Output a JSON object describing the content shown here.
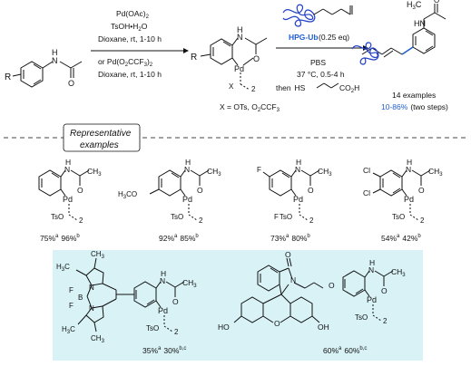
{
  "reaction": {
    "conditions_1_line1": "Pd(OAc)",
    "conditions_1_sub": "2",
    "conditions_1_line2": "TsOH•H",
    "conditions_1_line2_sub": "2",
    "conditions_1_line2_tail": "O",
    "conditions_1_line3": "Dioxane, rt, 1-10 h",
    "conditions_2_line1": "or Pd(O",
    "conditions_2_line1_tail": "CCF",
    "conditions_2_line1_end": ")",
    "conditions_2_line2": "Dioxane, rt, 1-10 h",
    "x_def": "X = OTs, O",
    "x_def_tail": "CCF",
    "reagent": "HPG-Ub",
    "reagent_eq": "(0.25 eq)",
    "cond3_line1": "PBS",
    "cond3_line2": "37 °C, 0.5-4 h",
    "cond3_line3": "then",
    "cond3_line3_b": "HS",
    "cond3_line3_c": "CO",
    "cond3_line3_d": "H",
    "examples": "14 examples",
    "yield": "10-86%",
    "yield_tail": "(two steps)"
  },
  "labels": {
    "nh": "N",
    "h": "H",
    "o": "O",
    "ch3": "CH",
    "pd": "Pd",
    "x": "X",
    "two": "2",
    "tso": "TsO",
    "r": "R",
    "h3co": "H",
    "h3c": "H",
    "f": "F",
    "cl": "Cl",
    "b": "B",
    "ho": "HO",
    "oh": "OH",
    "nn": "N",
    "ac_h3c": "H",
    "ac_c": "C"
  },
  "section": {
    "title_line1": "Representative",
    "title_line2": "examples"
  },
  "yields": [
    {
      "a": "75%",
      "b": "96%",
      "a_sup": "a",
      "b_sup": "b"
    },
    {
      "a": "92%",
      "b": "85%",
      "a_sup": "a",
      "b_sup": "b"
    },
    {
      "a": "73%",
      "b": "80%",
      "a_sup": "a",
      "b_sup": "b"
    },
    {
      "a": "54%",
      "b": "42%",
      "a_sup": "a",
      "b_sup": "b"
    },
    {
      "a": "35%",
      "b": "30%",
      "a_sup": "a",
      "b_sup": "b,c"
    },
    {
      "a": "60%",
      "b": "60%",
      "a_sup": "a",
      "b_sup": "b,c"
    }
  ],
  "colors": {
    "highlight_box": "#d8f2f6",
    "blue_text": "#1f5fd0",
    "polymer_blue": "#2340c8"
  },
  "icons": [
    "polymer-coil-icon",
    "arrow-icon"
  ]
}
